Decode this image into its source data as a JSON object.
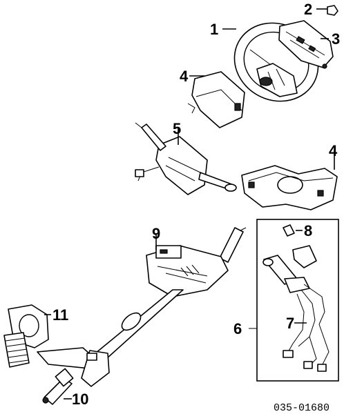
{
  "diagram": {
    "callouts": [
      {
        "id": "c1",
        "text": "1"
      },
      {
        "id": "c2",
        "text": "2"
      },
      {
        "id": "c3",
        "text": "3"
      },
      {
        "id": "c4a",
        "text": "4"
      },
      {
        "id": "c4b",
        "text": "4"
      },
      {
        "id": "c5",
        "text": "5"
      },
      {
        "id": "c6",
        "text": "6"
      },
      {
        "id": "c7",
        "text": "7"
      },
      {
        "id": "c8",
        "text": "8"
      },
      {
        "id": "c9",
        "text": "9"
      },
      {
        "id": "c10",
        "text": "10"
      },
      {
        "id": "c11",
        "text": "11"
      }
    ],
    "figure_code": "035-01680"
  }
}
